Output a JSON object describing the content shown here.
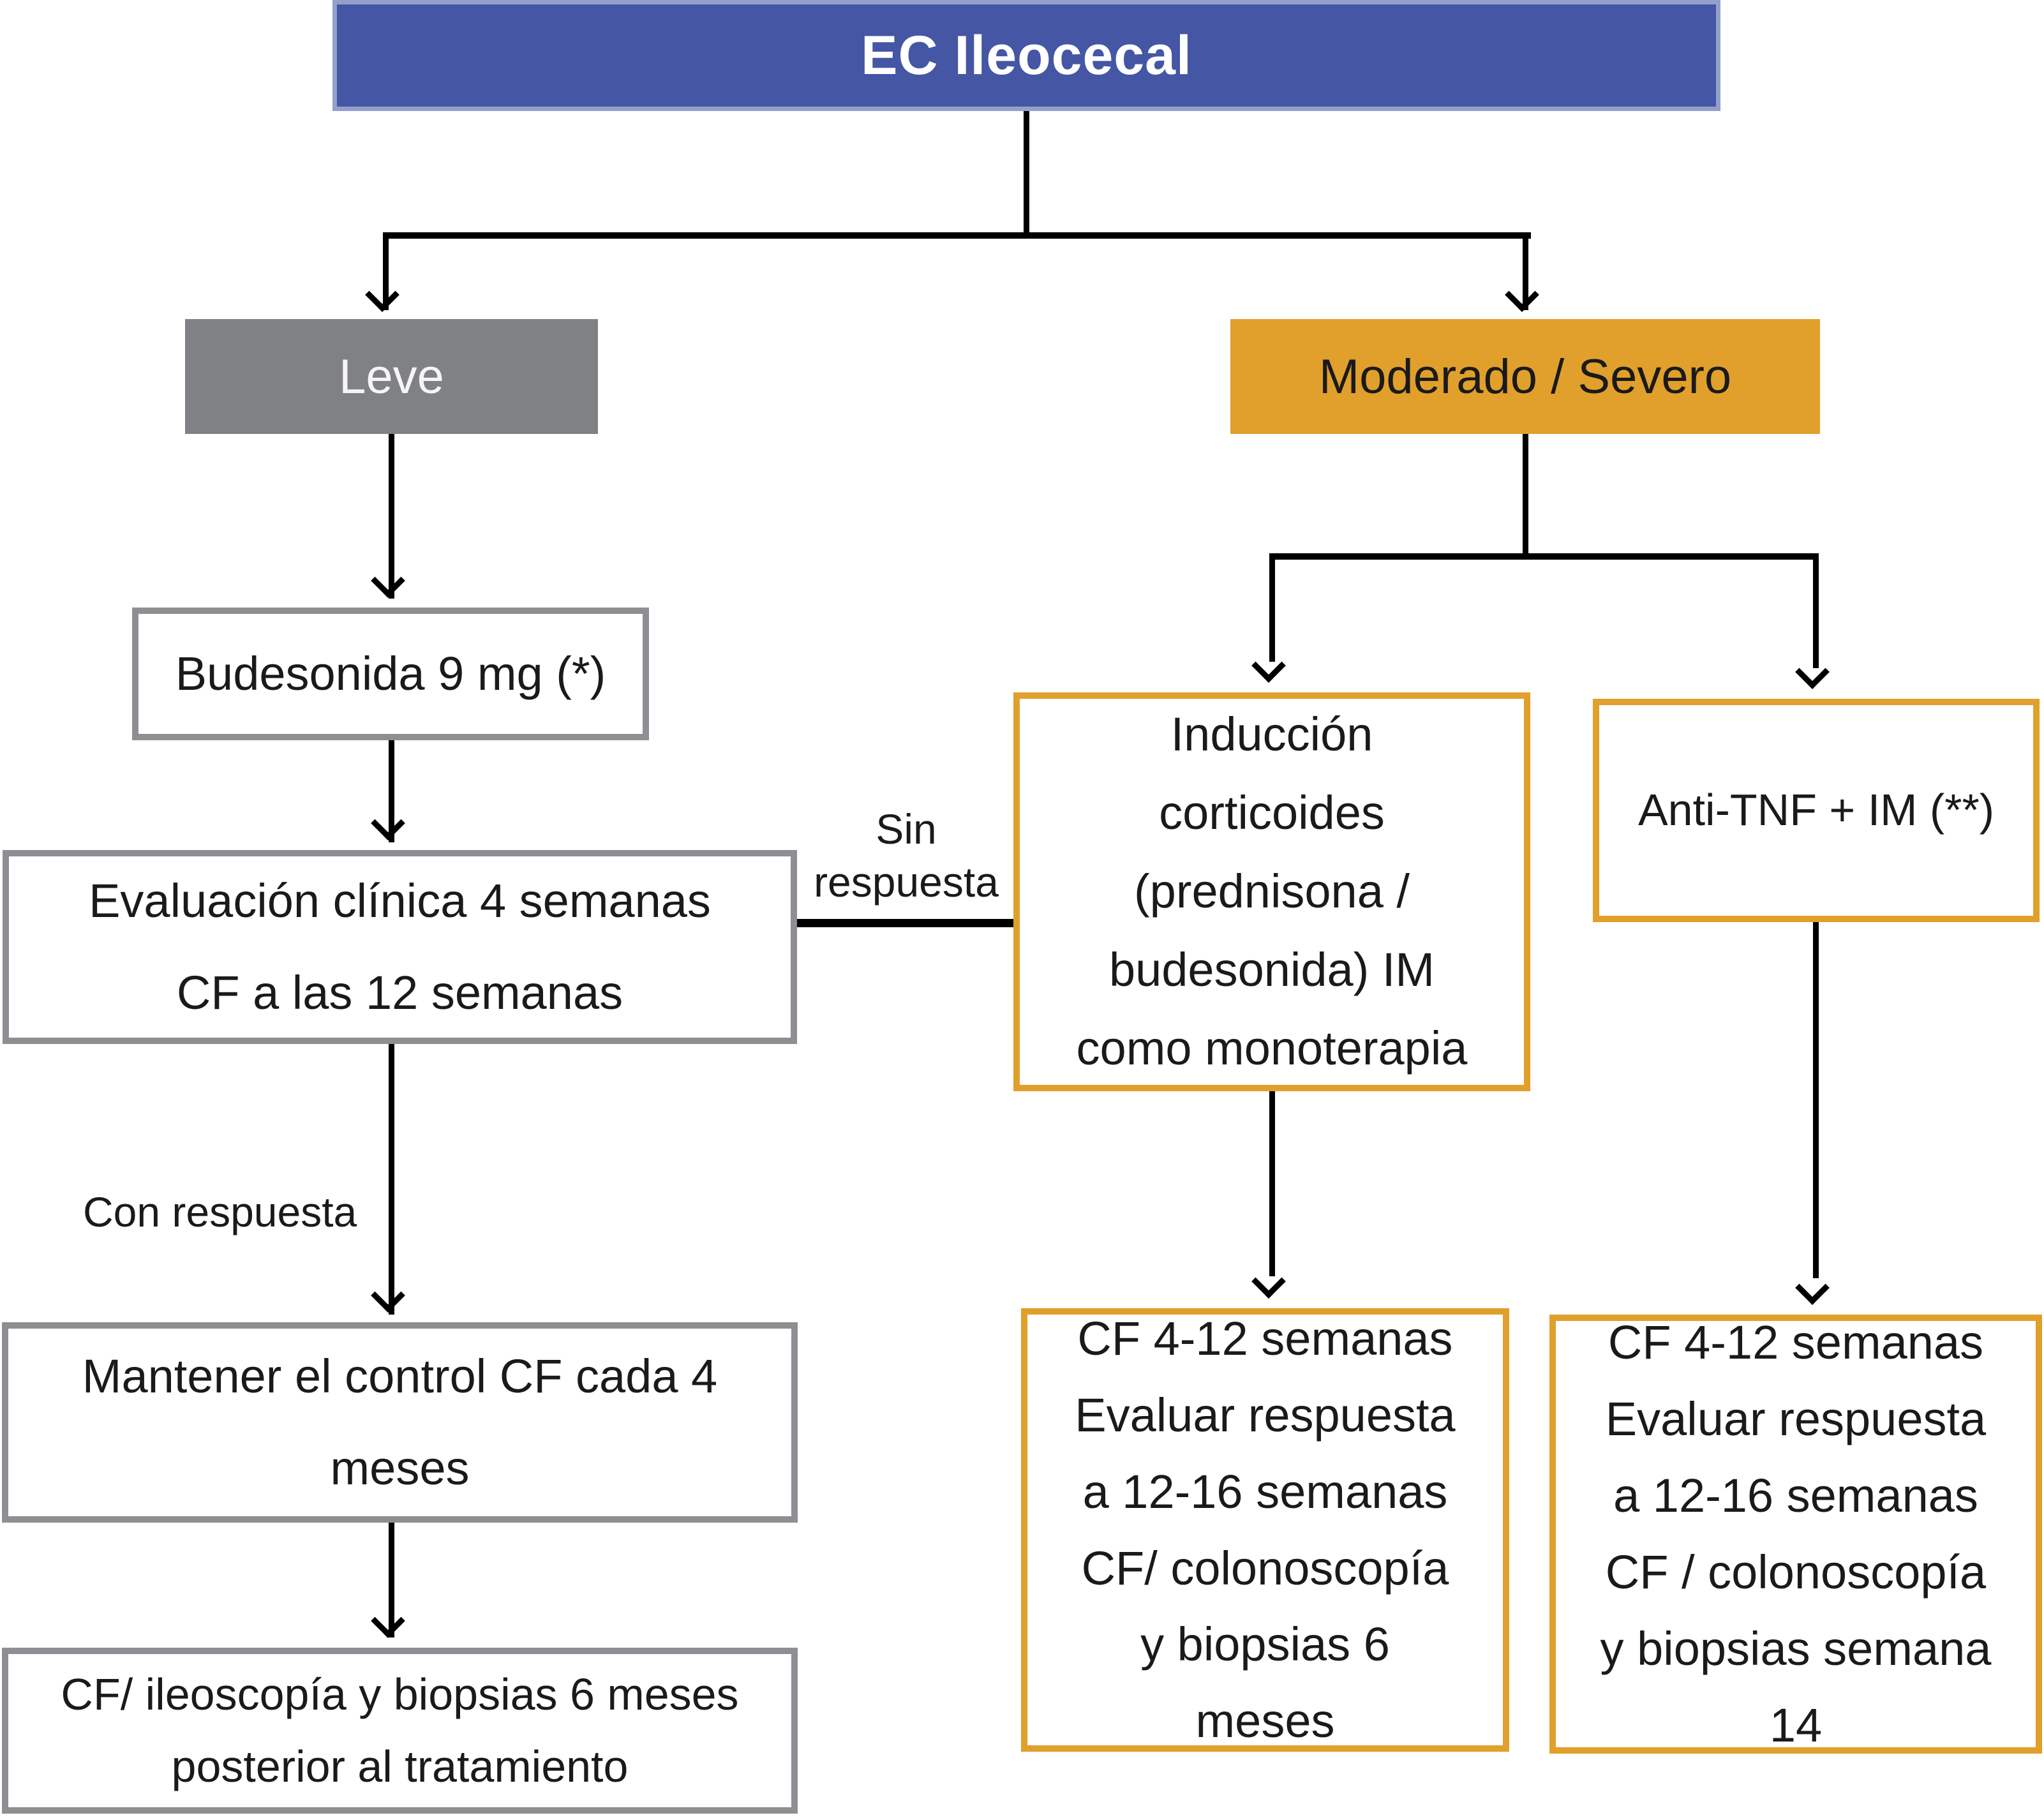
{
  "diagram": {
    "title": "EC Ileocecal",
    "branches": {
      "leve": {
        "label": "Leve"
      },
      "moderado": {
        "label": "Moderado / Severo"
      }
    },
    "nodes": {
      "budesonida": {
        "text": "Budesonida 9 mg (*)"
      },
      "evaluacion": {
        "lines": [
          "Evaluación clínica 4 semanas",
          "CF a las 12 semanas"
        ]
      },
      "mantener": {
        "lines": [
          "Mantener el control CF cada 4",
          "meses"
        ]
      },
      "ileoscopia": {
        "lines": [
          "CF/ ileoscopía y biopsias 6 meses",
          "posterior al tratamiento"
        ]
      },
      "induccion": {
        "lines": [
          "Inducción",
          "corticoides",
          "(prednisona /",
          "budesonida) IM",
          "como monoterapia"
        ]
      },
      "antitnf": {
        "text": "Anti-TNF + IM (**)"
      },
      "cf_mid": {
        "lines": [
          "CF 4-12 semanas",
          "Evaluar respuesta",
          "a 12-16 semanas",
          "CF/ colonoscopía",
          "y biopsias 6",
          "meses"
        ]
      },
      "cf_right": {
        "lines": [
          "CF 4-12 semanas",
          "Evaluar respuesta",
          "a 12-16 semanas",
          "CF / colonoscopía",
          "y biopsias semana",
          "14"
        ]
      }
    },
    "edge_labels": {
      "sin_respuesta": [
        "Sin",
        "respuesta"
      ],
      "con_respuesta": "Con respuesta"
    },
    "colors": {
      "blue": "#4456A4",
      "blue-border": "#93A0CC",
      "gray": "#7F8184",
      "orange": "#E1A02B",
      "border-gray": "#8D8F92",
      "line": "#000000",
      "text-dark": "#1A1A1A",
      "text-light": "#FFFFFF"
    }
  }
}
